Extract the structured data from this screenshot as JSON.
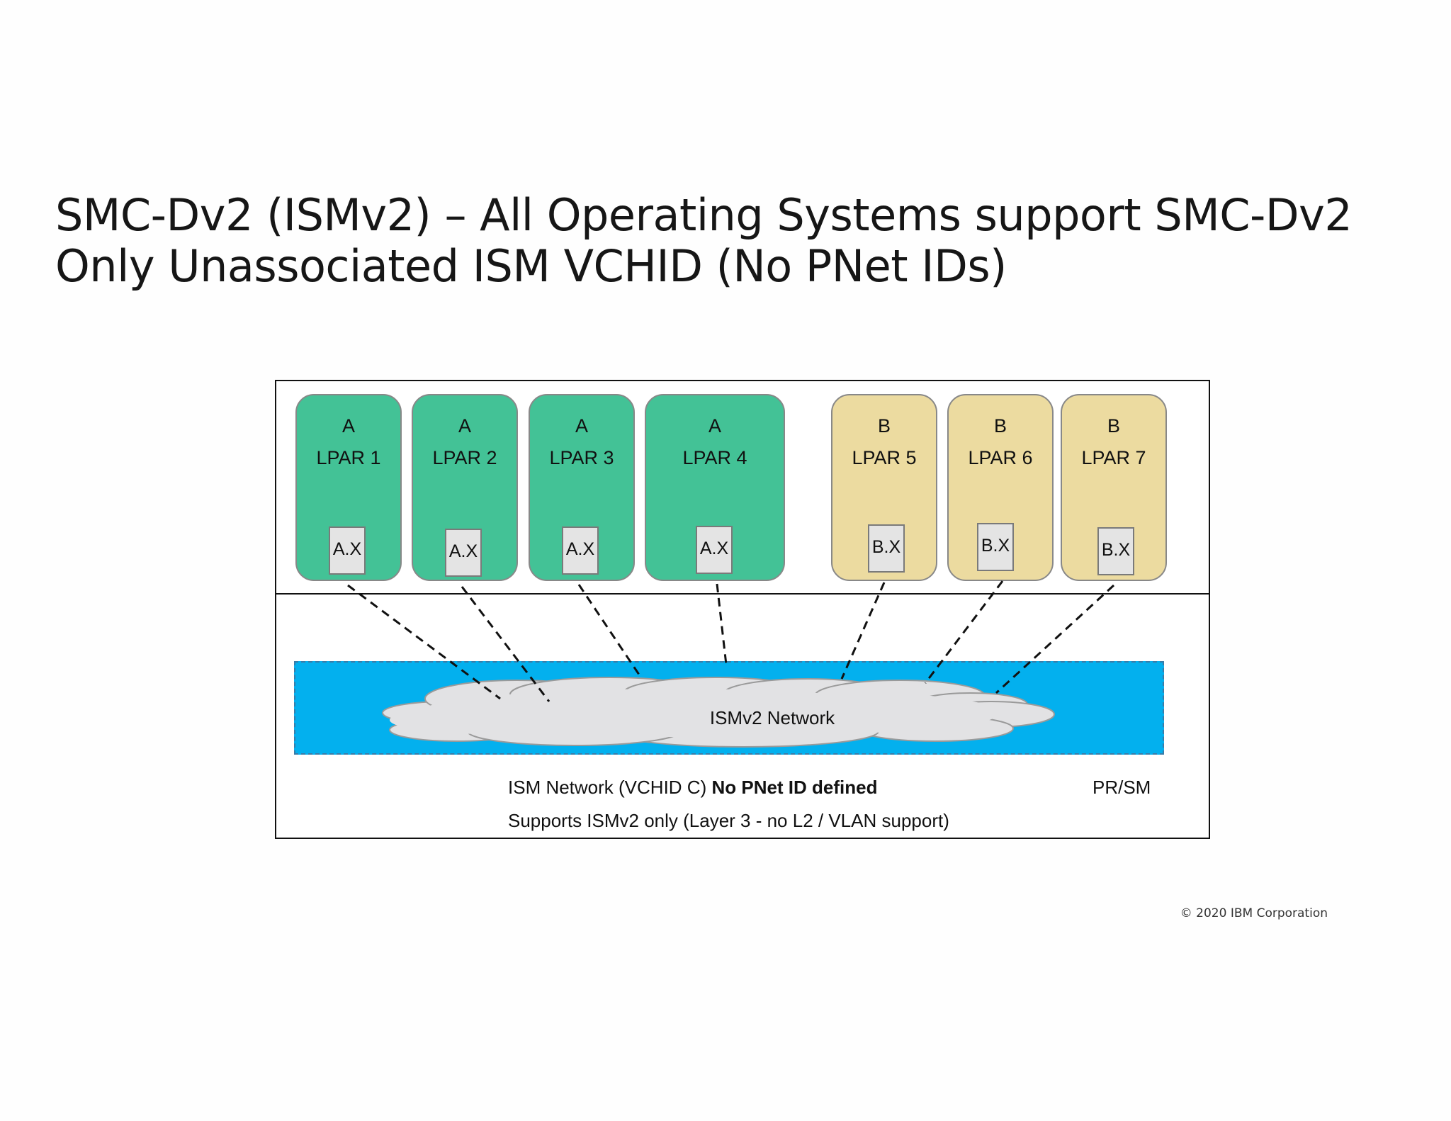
{
  "title": {
    "line1": "SMC-Dv2 (ISMv2) – All Operating Systems support SMC-Dv2",
    "line2": "Only Unassociated ISM VCHID (No PNet IDs)"
  },
  "lpars": [
    {
      "group": "A",
      "name": "LPAR 1",
      "chip": "A.X"
    },
    {
      "group": "A",
      "name": "LPAR 2",
      "chip": "A.X"
    },
    {
      "group": "A",
      "name": "LPAR 3",
      "chip": "A.X"
    },
    {
      "group": "A",
      "name": "LPAR 4",
      "chip": "A.X"
    },
    {
      "group": "B",
      "name": "LPAR 5",
      "chip": "B.X"
    },
    {
      "group": "B",
      "name": "LPAR 6",
      "chip": "B.X"
    },
    {
      "group": "B",
      "name": "LPAR 7",
      "chip": "B.X"
    }
  ],
  "network": {
    "cloud_label": "ISMv2 Network",
    "info_prefix": "ISM Network (VCHID C) ",
    "info_bold": "No PNet ID defined",
    "support_text": "Supports ISMv2 only (Layer 3 - no L2 / VLAN support)",
    "hypervisor_label": "PR/SM"
  },
  "colors": {
    "group_a": "#43c296",
    "group_b": "#ecdba0",
    "network_band": "#03b0ee",
    "cloud": "#e2e2e4"
  },
  "footer": "© 2020 IBM Corporation"
}
